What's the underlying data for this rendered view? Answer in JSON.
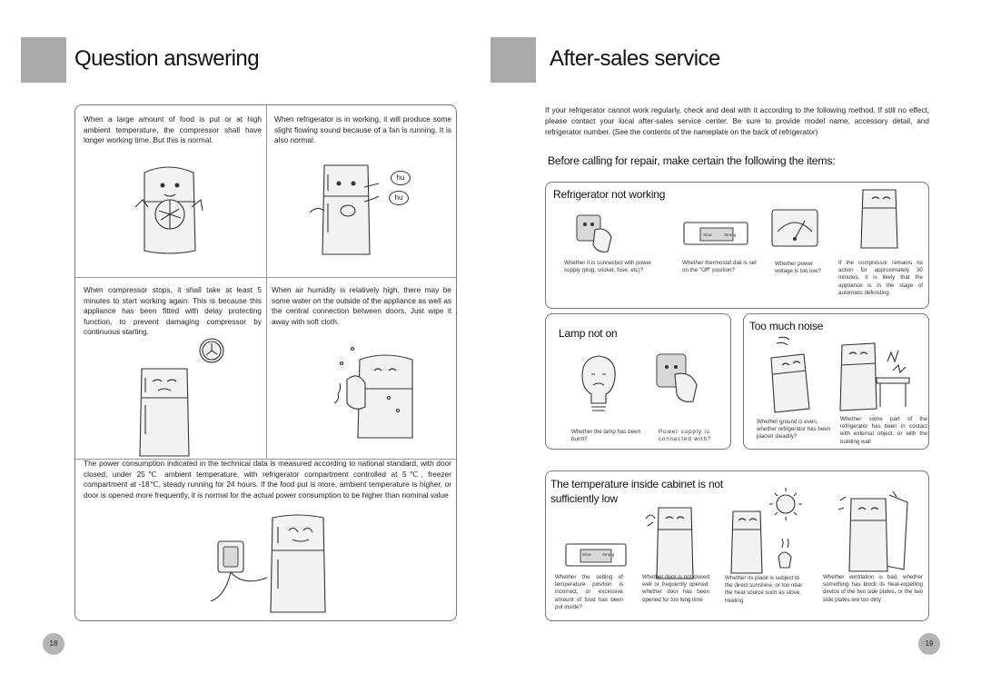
{
  "left": {
    "title": "Question answering",
    "q1": "When a large amount of food is put or at high ambient temperature, the compressor shall have longer working time. But this is normal.",
    "q2": "When refrigerator is in working, it will produce some slight flowing sound because of a fan is running. It is also normal.",
    "q2_bubble1": "hu",
    "q2_bubble2": "hu",
    "q3": "When compressor stops, it shall take at least 5 minutes to start working again. This is because this appliance has been fitted with delay protecting function, to prevent damaging compressor by continuous starting.",
    "q4": "When air humidity is relatively high, there may be some water on the outside of the appliance as well as the central connection between doors. Just wipe it away with soft cloth.",
    "q5": "The power consumption indicated in the technical data is measured according to national standard, with door closed, under 25℃ ambient temperature, with refrigerator compartment controlled at 5℃, freezer compartment at -18℃, steady running for 24 hours. If the food put is more, ambient temperature is higher, or door is opened more frequently, it is normal for the actual power consumption to be higher than nominal value",
    "page_number": "18"
  },
  "right": {
    "title": "After-sales service",
    "intro": "If your refrigerator cannot work regularly, check and deal with it according to the following method. If still no effect, please contact your local after-sales service center. Be sure to provide model name, accessory detail, and refrigerator number. (See the contents of the nameplate on the back of refrigerator)",
    "subtitle": "Before calling for repair, make certain the following the items:",
    "not_working": {
      "title": "Refrigerator not working",
      "items": [
        "Whether it is connected with power supply (plug, socket, fuse, etc)?",
        "Whether thermostat dial is set on the \"Off\" position?",
        "Whether power voltage is too low?",
        "If the compressor remains no action for approximately 30 minutes, it is likely that the appliance is in the stage of automatic defrosting."
      ],
      "dial_labels": [
        "Slow",
        "Strong"
      ]
    },
    "lamp": {
      "title": "Lamp not on",
      "items": [
        "Whether the lamp has been burnt?",
        "Power supply is connected with?"
      ]
    },
    "noise": {
      "title": "Too much noise",
      "items": [
        "Whether ground is even, whether refrigerator has been placed steadily?",
        "Whether some part of the refrigerator has been in contact with external object, or with the building wall"
      ]
    },
    "temperature": {
      "title_line1": "The temperature inside cabinet is not",
      "title_line2": "sufficiently low",
      "dial_labels": [
        "Slow",
        "Strong"
      ],
      "items": [
        "Whether the setting of temperature position is incorrect, or excessive amount of food has been put inside?",
        "Whether door is not closed well or frequently opened, whether door has been opened for too long time",
        "Whether its place is subject to the direct sunshine, or too near the heat source such as stove, heating",
        "Whether ventilation is bad, whether something has block its heat-expelling device of the two side plates, or the two side plates are too dirty"
      ]
    },
    "page_number": "19"
  }
}
